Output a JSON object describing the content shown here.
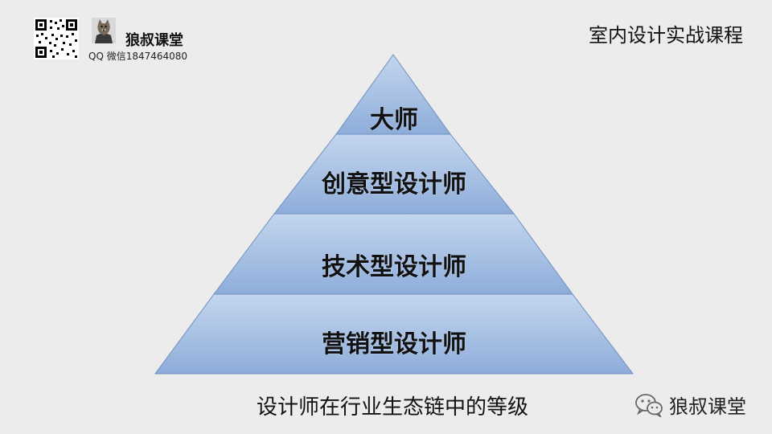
{
  "brand": {
    "name": "狼叔课堂",
    "contact": "QQ 微信1847464080"
  },
  "course_title": "室内设计实战课程",
  "pyramid": {
    "levels": [
      {
        "label": "大师"
      },
      {
        "label": "创意型设计师"
      },
      {
        "label": "技术型设计师"
      },
      {
        "label": "营销型设计师"
      }
    ],
    "fill_top": "#bcd0ea",
    "fill_bottom": "#8faedb",
    "edge_color": "#5a7fb5"
  },
  "caption": "设计师在行业生态链中的等级",
  "watermark": {
    "text": "狼叔课堂",
    "icon": "wechat-icon"
  }
}
